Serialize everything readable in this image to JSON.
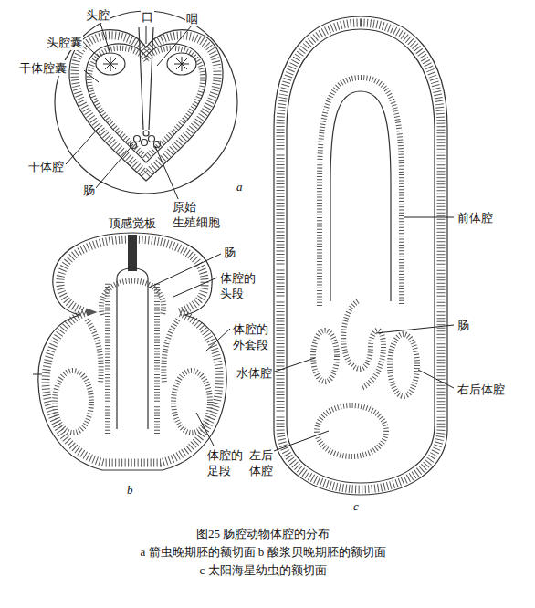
{
  "diagram": {
    "caption": "图25 肠腔动物体腔的分布",
    "labels": [
      "口",
      "咽",
      "头腔",
      "头腔囊",
      "干体腔囊",
      "干体腔",
      "肠",
      "原始 生殖细胞",
      "a",
      "顶感觉板",
      "肠",
      "体腔的 头段",
      "体腔的 外套段",
      "体腔的 足段",
      "b",
      "前体腔",
      "肠",
      "水体腔",
      "右后体腔",
      "左后 体腔",
      "c",
      "a 箭虫晚期胚的额切面 b 酸浆贝晚期胚的额切面",
      "c 太阳海星幼虫的额切面"
    ]
  }
}
